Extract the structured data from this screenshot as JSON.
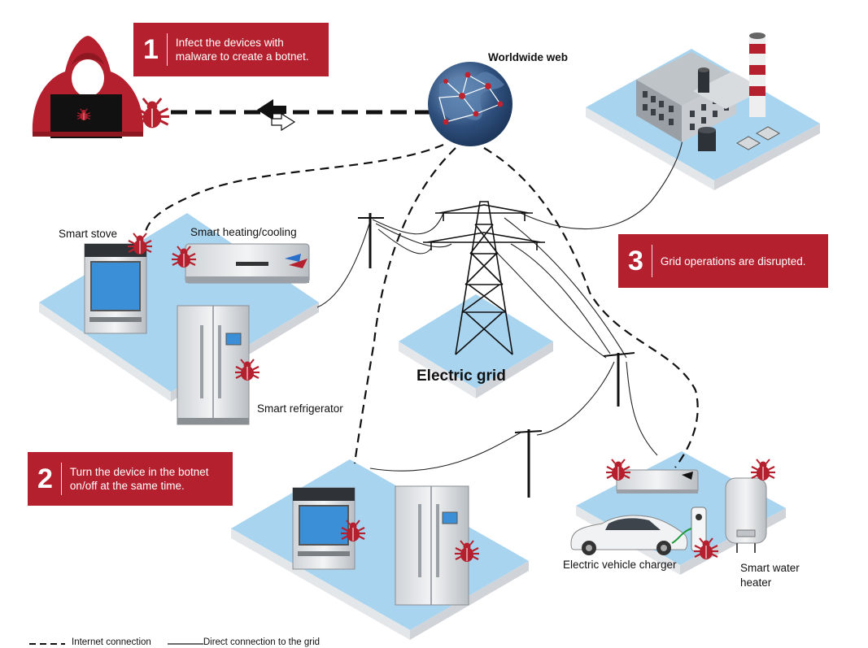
{
  "steps": [
    {
      "number": "1",
      "text_line1": "Infect the devices with",
      "text_line2": "malware to create a botnet."
    },
    {
      "number": "2",
      "text_line1": "Turn the device in the botnet",
      "text_line2": "on/off at the same time."
    },
    {
      "number": "3",
      "text_line1": "Grid operations are disrupted."
    }
  ],
  "labels": {
    "worldwide_web": "Worldwide web",
    "smart_stove": "Smart stove",
    "smart_heating_cooling": "Smart heating/cooling",
    "smart_refrigerator": "Smart refrigerator",
    "electric_grid": "Electric grid",
    "electric_vehicle_charger": "Electric vehicle charger",
    "smart_water_heater_line1": "Smart water",
    "smart_water_heater_line2": "heater"
  },
  "legend": {
    "internet": "Internet connection",
    "direct": "Direct connection to the grid"
  },
  "colors": {
    "accent_red": "#b5202e",
    "platform_blue": "#a9d4ef",
    "platform_side": "#e6e8ea",
    "globe_blue": "#2e4f7c"
  },
  "icons": [
    "hacker-icon",
    "malware-bug-icon",
    "globe-icon",
    "power-plant-icon",
    "transmission-tower-icon",
    "utility-pole-icon",
    "electric-car-icon"
  ]
}
